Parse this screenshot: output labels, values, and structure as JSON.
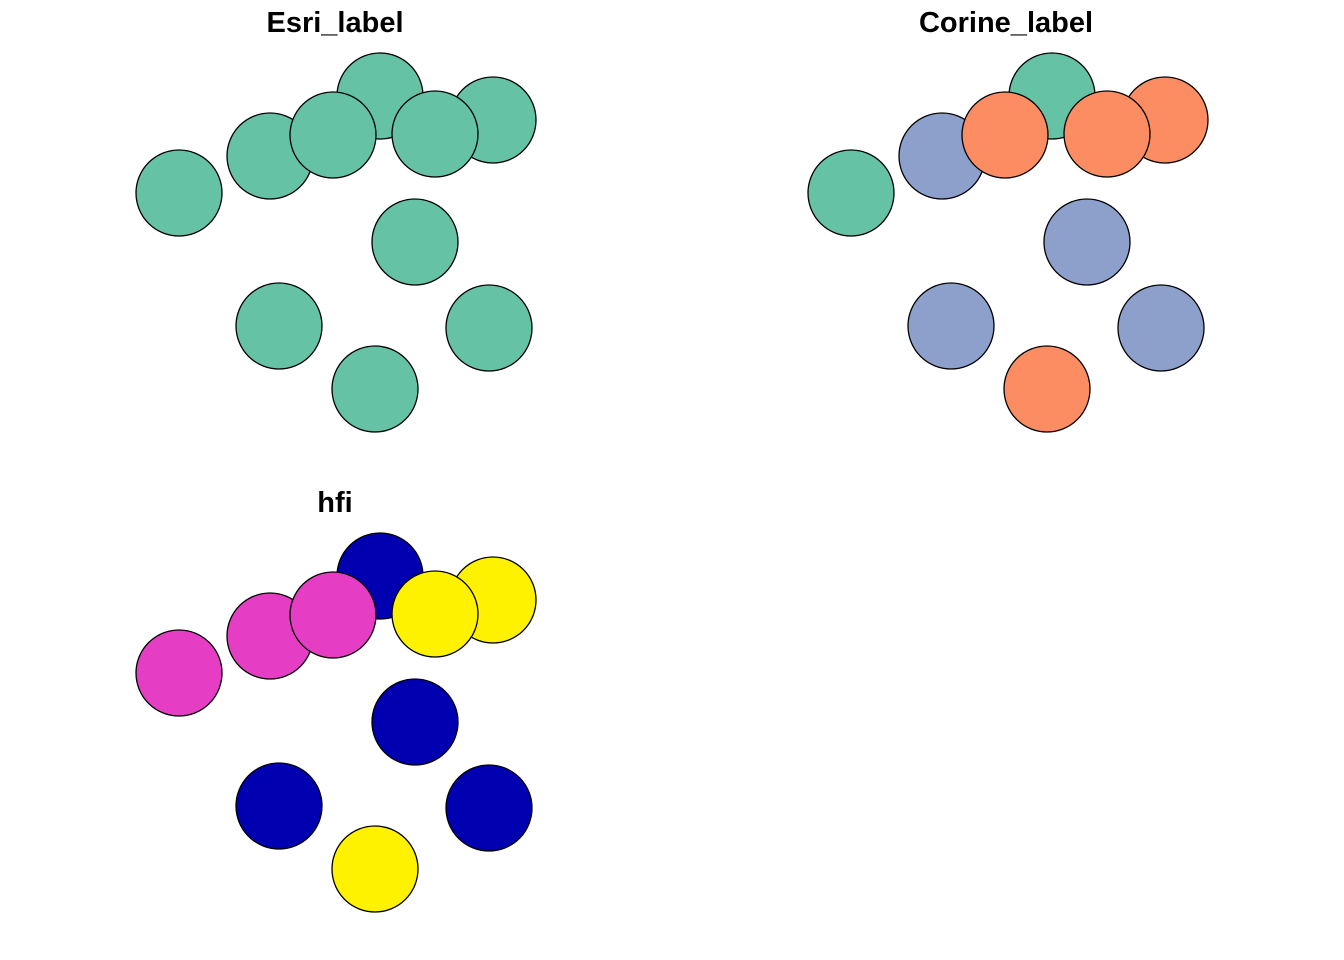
{
  "chart_data": [
    {
      "type": "scatter",
      "title": "Esri_label",
      "point_count": 10,
      "point_colors": [
        "#66c2a5",
        "#66c2a5",
        "#66c2a5",
        "#66c2a5",
        "#66c2a5",
        "#66c2a5",
        "#66c2a5",
        "#66c2a5",
        "#66c2a5",
        "#66c2a5"
      ]
    },
    {
      "type": "scatter",
      "title": "Corine_label",
      "point_count": 10,
      "point_colors": [
        "#66c2a5",
        "#fc8d62",
        "#8da0cb",
        "#fc8d62",
        "#fc8d62",
        "#66c2a5",
        "#8da0cb",
        "#8da0cb",
        "#8da0cb",
        "#fc8d62"
      ]
    },
    {
      "type": "scatter",
      "title": "hfi",
      "point_count": 10,
      "point_colors": [
        "#0000b0",
        "#fff200",
        "#e53ec4",
        "#e53ec4",
        "#fff200",
        "#e53ec4",
        "#0000b0",
        "#0000b0",
        "#0000b0",
        "#fff200"
      ]
    }
  ]
}
